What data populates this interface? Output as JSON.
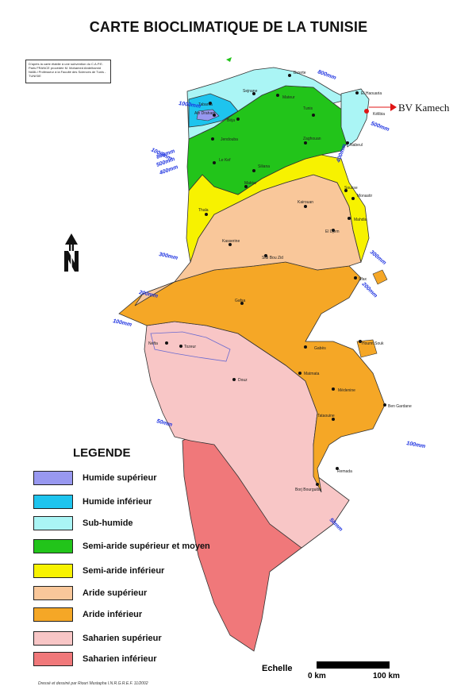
{
  "title": "CARTE BIOCLIMATIQUE DE LA TUNISIE",
  "source_note": "D'après la carte établie à une subvention du C.A.P.E. Paris FRANCE procédée M. Mohamed Abdelhamid NABLI Professeur à la Faculté des Sciences de Tunis - TUNISIE",
  "legend": {
    "title": "LEGENDE",
    "items": [
      {
        "label": "Humide supérieur",
        "color": "#9898f0"
      },
      {
        "label": "Humide inférieur",
        "color": "#1ec4ee"
      },
      {
        "label": "Sub-humide",
        "color": "#aaf5f5"
      },
      {
        "label": "Semi-aride supérieur et moyen",
        "color": "#22c41a"
      },
      {
        "label": "Semi-aride inférieur",
        "color": "#f7f200"
      },
      {
        "label": "Aride supérieur",
        "color": "#f9c79a"
      },
      {
        "label": "Aride inférieur",
        "color": "#f5a726"
      },
      {
        "label": "Saharien supérieur",
        "color": "#f8c6c6"
      },
      {
        "label": "Saharien inférieur",
        "color": "#f0787a"
      }
    ]
  },
  "scale": {
    "label": "Echelle",
    "start": "0 km",
    "end": "100 km"
  },
  "credit": "Dressé et dessiné par Riouri Mustapha I.N.R.G.R.E.F. 11/2002",
  "annotation": "BV Kamech",
  "isohyets": [
    "1000mm",
    "800mm",
    "1000mm",
    "800mm",
    "500mm",
    "400mm",
    "500mm",
    "400mm",
    "300mm",
    "300mm",
    "200mm",
    "200mm",
    "100mm",
    "100mm",
    "50mm",
    "50mm"
  ],
  "cities": [
    "Bizerte",
    "Sejnane",
    "Mateur",
    "Tabarka",
    "Ain Draham",
    "Béja",
    "Tunis",
    "El Haouaria",
    "Kélibia",
    "Jendouba",
    "Zaghouan",
    "Nabeul",
    "Le Kef",
    "Siliana",
    "Maktar",
    "Sousse",
    "Monastir",
    "Kairouan",
    "Mahdia",
    "Thala",
    "Kasserine",
    "El Djem",
    "Sidi Bou Zid",
    "Sfax",
    "Gafsa",
    "Nefta",
    "Tozeur",
    "Gabès",
    "Houmt Souk",
    "Douz",
    "Matmata",
    "Médenine",
    "Ben Gardane",
    "Tataouine",
    "Remada",
    "Borj Bourguiba"
  ]
}
